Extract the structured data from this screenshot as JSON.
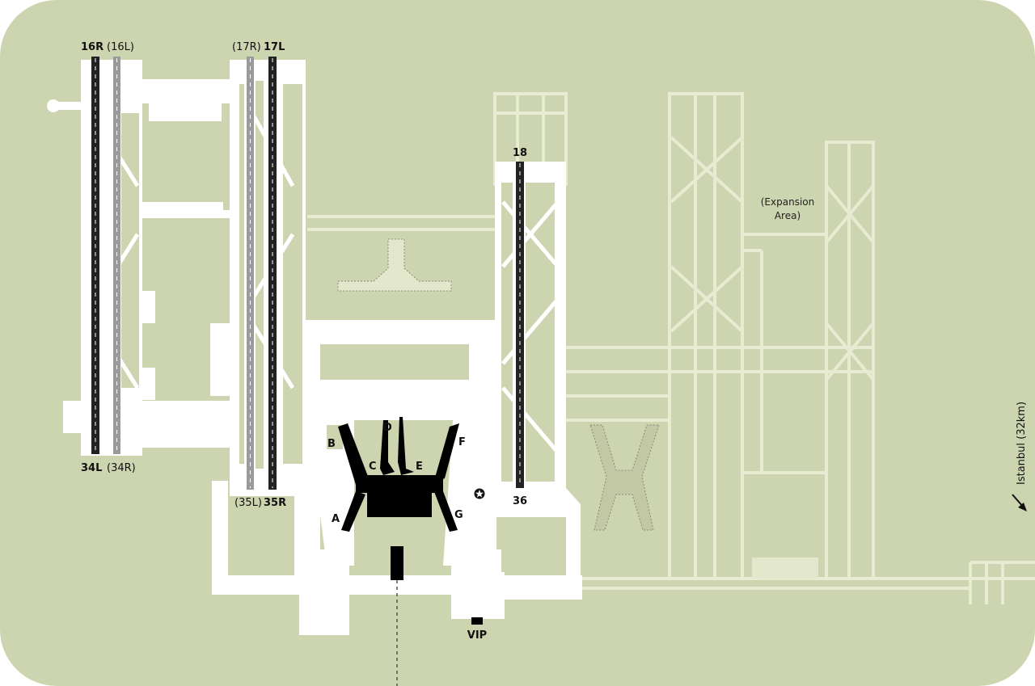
{
  "runways": {
    "r16R": "16R",
    "r16L": "(16L)",
    "r34L": "34L",
    "r34R": "(34R)",
    "r17R": "(17R)",
    "r17L": "17L",
    "r35L": "(35L)",
    "r35R": "35R",
    "r18": "18",
    "r36": "36"
  },
  "gates": [
    "A",
    "B",
    "C",
    "D",
    "E",
    "F",
    "G"
  ],
  "labels": {
    "expansion_line1": "(Expansion",
    "expansion_line2": "Area)",
    "vip": "VIP",
    "istanbul": "Istanbul (32km)"
  },
  "colors": {
    "ground": "#cdd5b0",
    "paved": "#ffffff",
    "future": "#e3e8cc",
    "runway_active": "#222222",
    "runway_closed": "#9a9a9a",
    "terminal": "#000000"
  }
}
